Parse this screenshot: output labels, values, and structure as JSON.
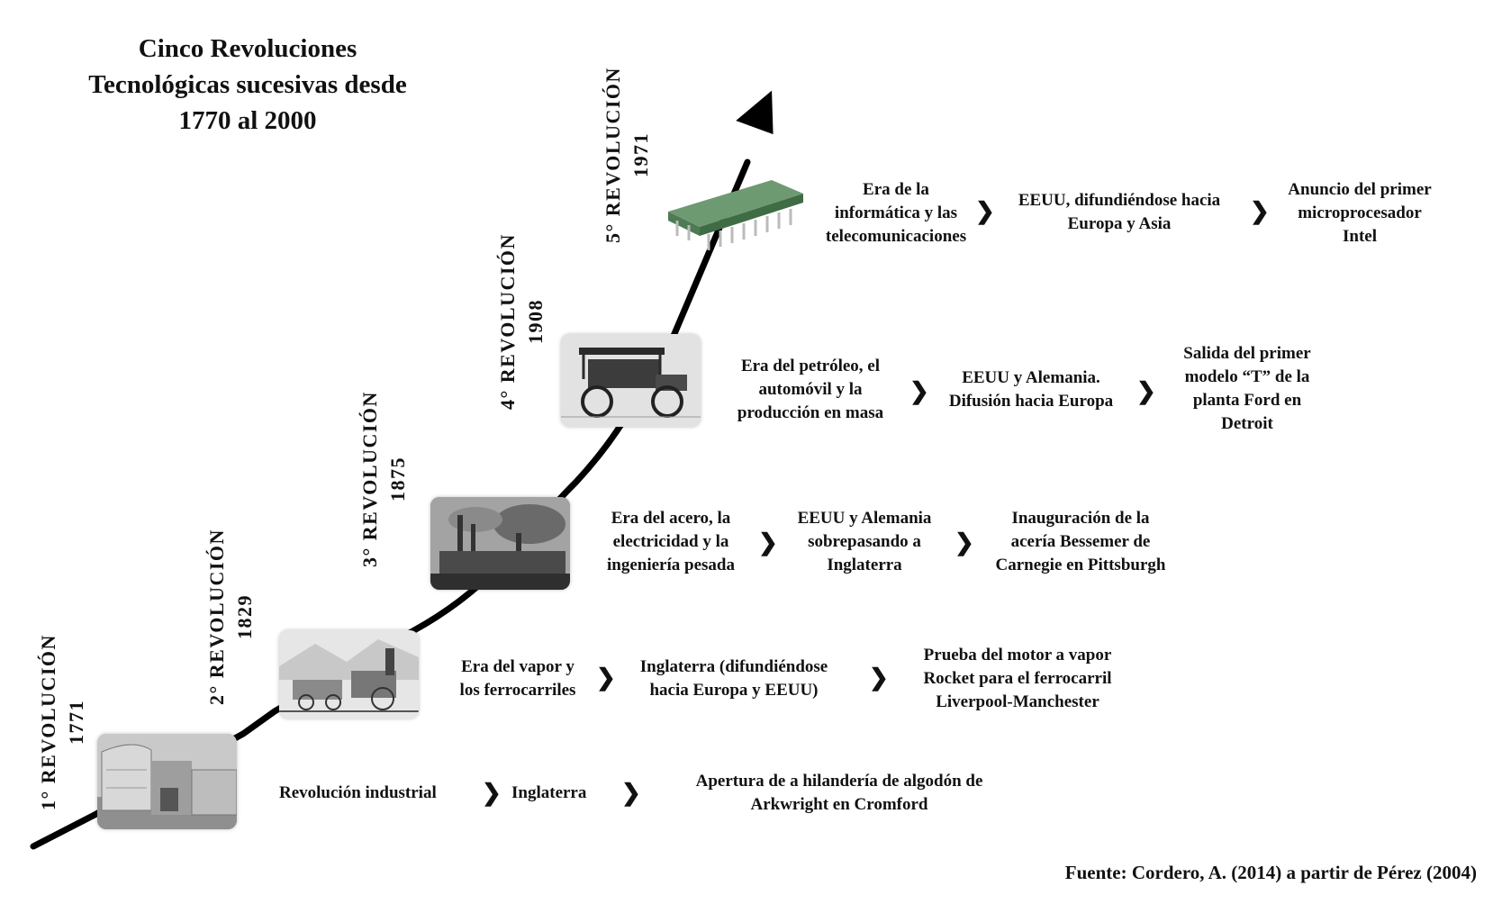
{
  "title": {
    "line1": "Cinco Revoluciones",
    "line2": "Tecnológicas sucesivas desde",
    "line3": "1770 al 2000"
  },
  "revolutions": [
    {
      "label": "1° REVOLUCIÓN",
      "year": "1771",
      "cells": [
        [
          "Revolución industrial"
        ],
        [
          "Inglaterra"
        ],
        [
          "Apertura de a hilandería de algodón de",
          "Arkwright en Cromford"
        ]
      ]
    },
    {
      "label": "2° REVOLUCIÓN",
      "year": "1829",
      "cells": [
        [
          "Era del vapor y",
          "los ferrocarriles"
        ],
        [
          "Inglaterra (difundiéndose",
          "hacia Europa y EEUU)"
        ],
        [
          "Prueba del motor a vapor",
          "Rocket para el ferrocarril",
          "Liverpool-Manchester"
        ]
      ]
    },
    {
      "label": "3° REVOLUCIÓN",
      "year": "1875",
      "cells": [
        [
          "Era del acero, la",
          "electricidad y la",
          "ingeniería pesada"
        ],
        [
          "EEUU y Alemania",
          "sobrepasando a",
          "Inglaterra"
        ],
        [
          "Inauguración de la",
          "acería Bessemer de",
          "Carnegie en Pittsburgh"
        ]
      ]
    },
    {
      "label": "4° REVOLUCIÓN",
      "year": "1908",
      "cells": [
        [
          "Era del petróleo, el",
          "automóvil y la",
          "producción en masa"
        ],
        [
          "EEUU y Alemania.",
          "Difusión hacia Europa"
        ],
        [
          "Salida del primer",
          "modelo “T” de la",
          "planta Ford en",
          "Detroit"
        ]
      ]
    },
    {
      "label": "5° REVOLUCIÓN",
      "year": "1971",
      "cells": [
        [
          "Era de la",
          "informática y las",
          "telecomunicaciones"
        ],
        [
          "EEUU, difundiéndose hacia",
          "Europa y Asia"
        ],
        [
          "Anuncio del primer",
          "microprocesador",
          "Intel"
        ]
      ]
    }
  ],
  "arrow_glyph": "❯",
  "images": [
    "factory-photo",
    "locomotive-drawing",
    "steel-mill-photo",
    "ford-model-t-photo",
    "microchip-picture"
  ],
  "source": "Fuente: Cordero, A. (2014) a partir de Pérez (2004)",
  "colors": {
    "line": "#000000",
    "chip_body": "#4e7a55",
    "text": "#111111"
  }
}
